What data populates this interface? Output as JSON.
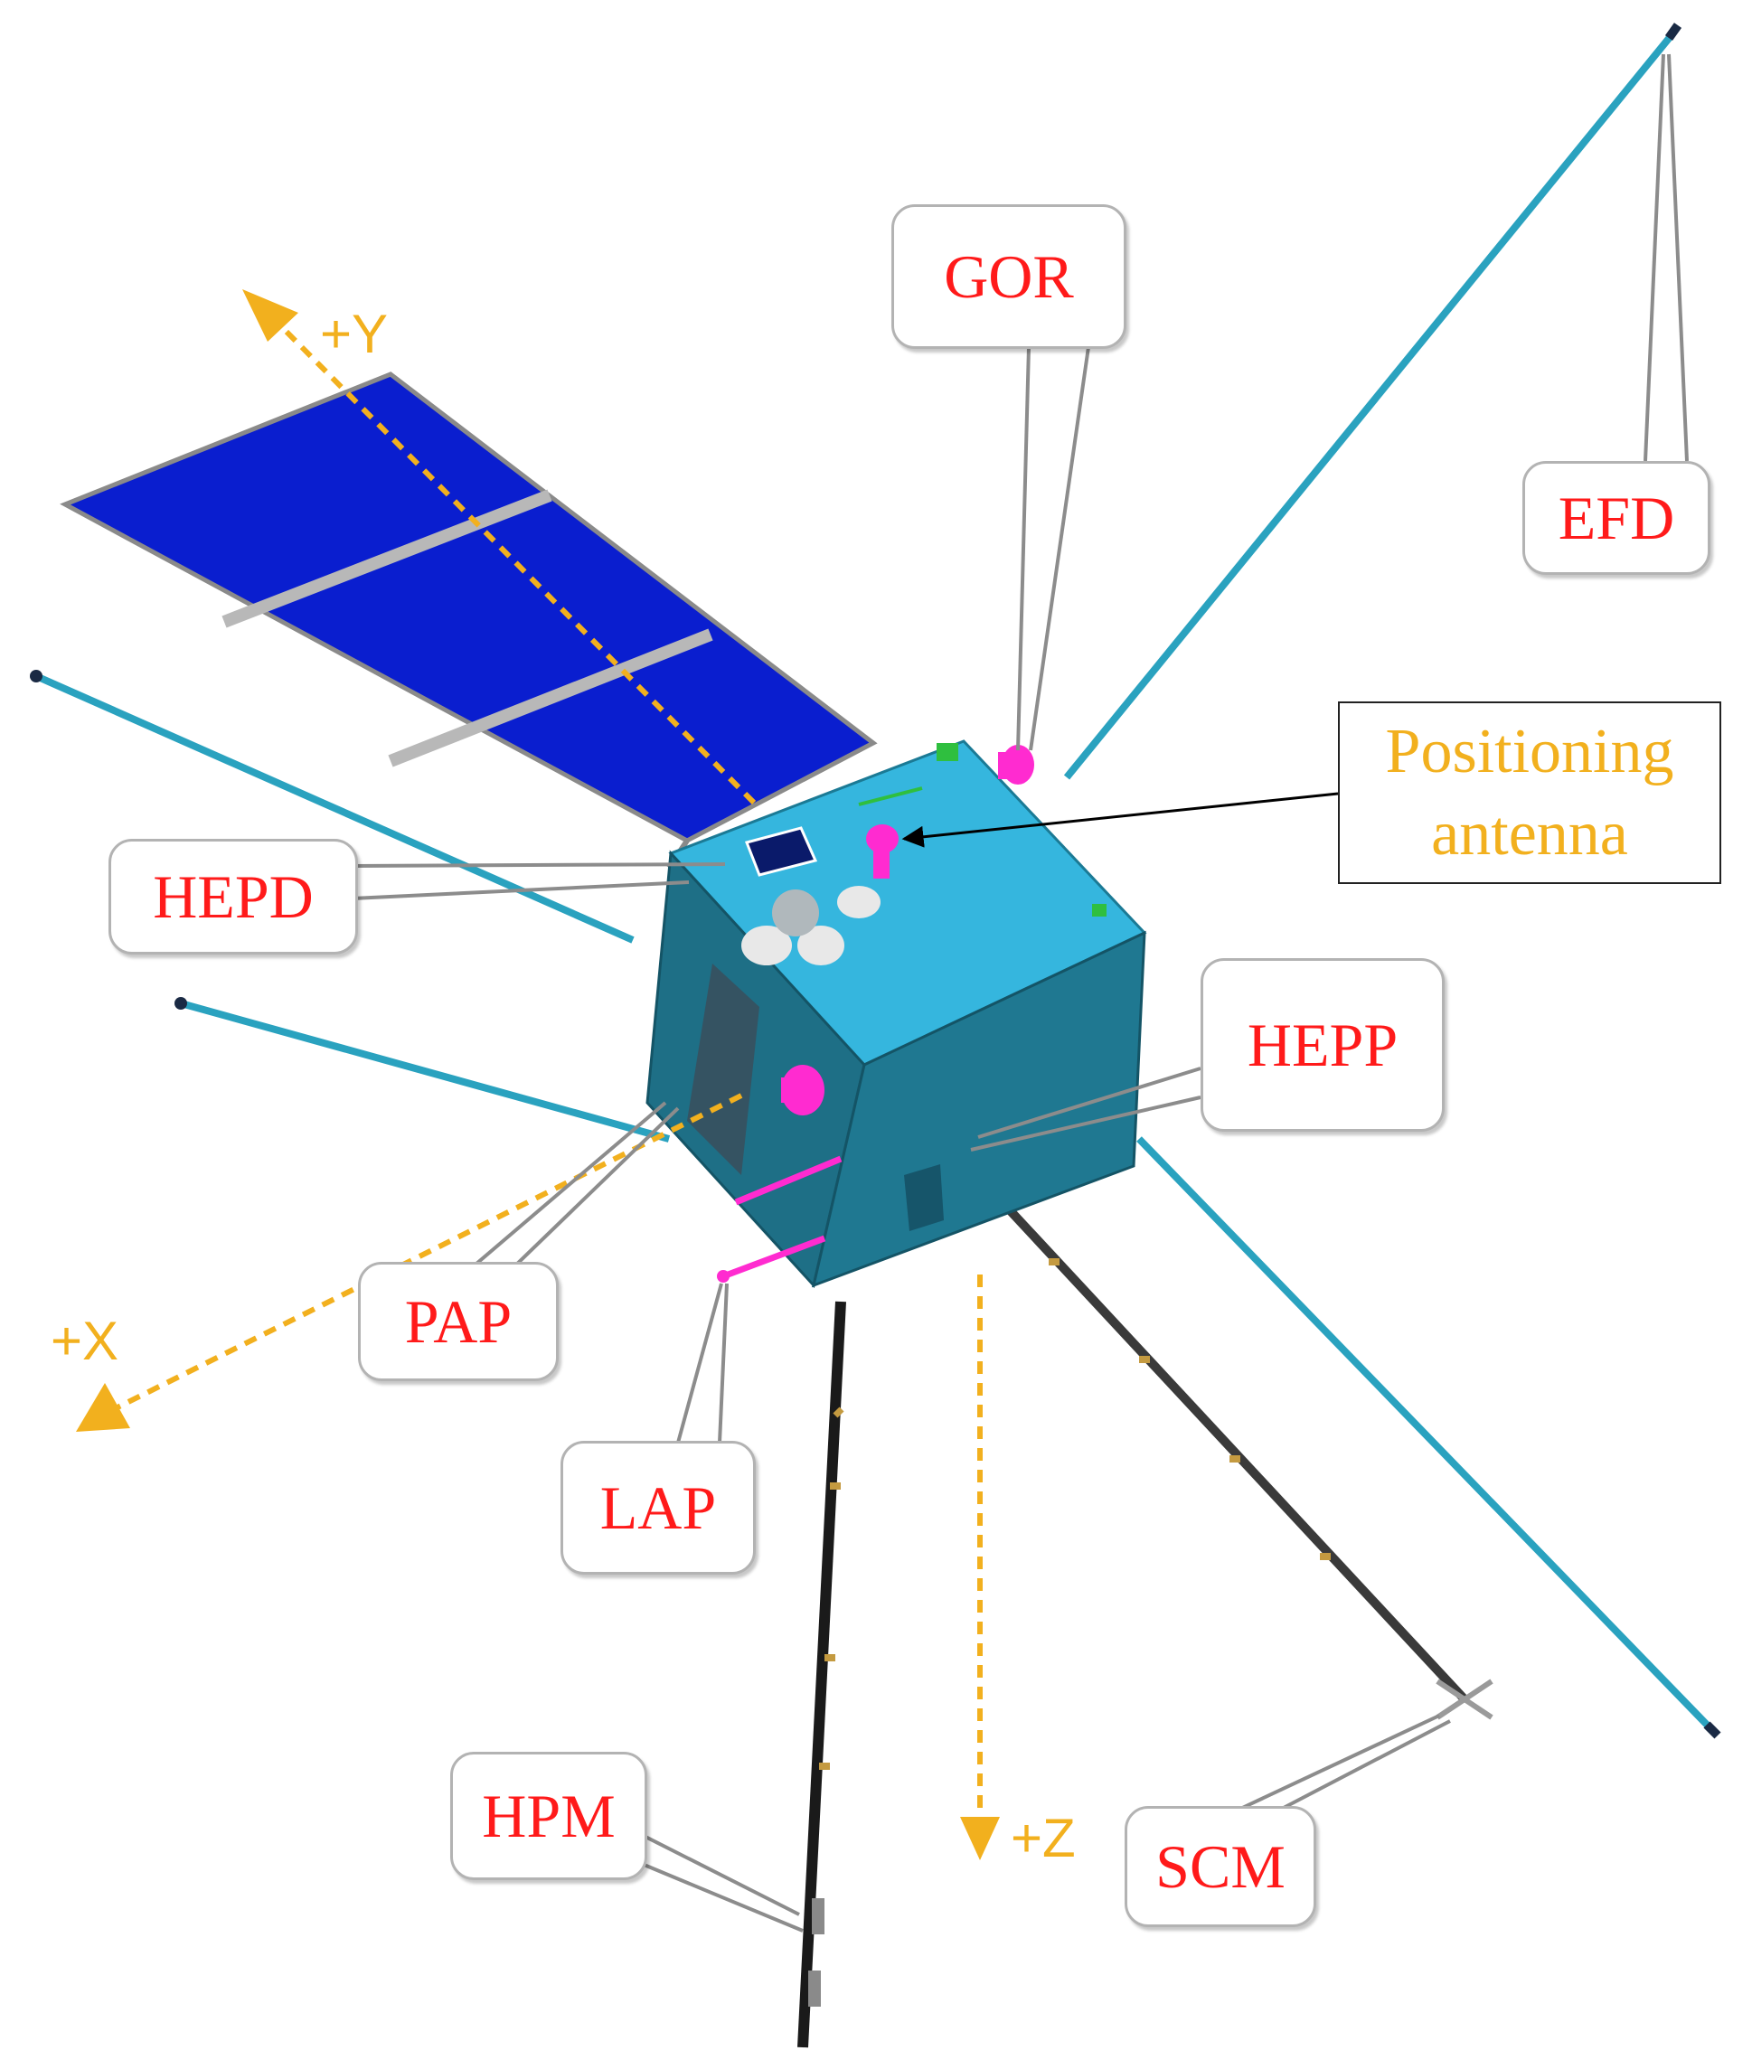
{
  "colors": {
    "callout_text": "#ff1a1a",
    "axis": "#f2b01e",
    "body_dark": "#1e6f86",
    "body_top": "#35b6de",
    "solar_panel": "#0a1ecf",
    "boom": "#2aa2bf",
    "magenta": "#ff2bd0"
  },
  "labels": {
    "gor": "GOR",
    "efd": "EFD",
    "hepd": "HEPD",
    "hepp": "HEPP",
    "pap": "PAP",
    "lap": "LAP",
    "hpm": "HPM",
    "scm": "SCM",
    "positioning_line1": "Positioning",
    "positioning_line2": "antenna"
  },
  "axes": {
    "x": "+X",
    "y": "+Y",
    "z": "+Z"
  }
}
